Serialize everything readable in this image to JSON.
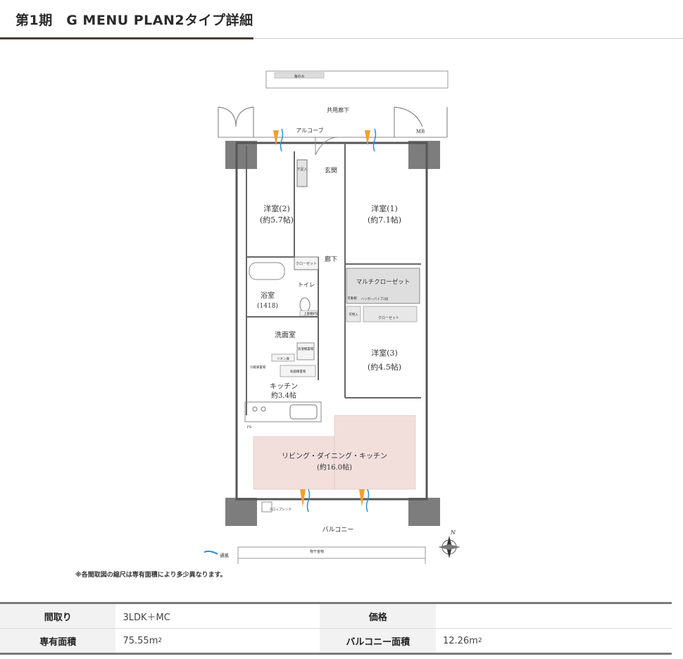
{
  "header": {
    "title": "第1期　G MENU PLAN2タイプ詳細"
  },
  "plan": {
    "top_label": "海のみ",
    "corridor": "共用廊下",
    "alcove": "アルコーブ",
    "mb": "MB",
    "entrance": "玄関",
    "shoe_storage": "下足入",
    "room2": "洋室(2)",
    "room2_size": "(約5.7帖)",
    "room1": "洋室(1)",
    "room1_size": "(約7.1帖)",
    "hallway": "廊下",
    "closet": "クローゼット",
    "toilet": "トイレ",
    "upper_shelf": "上部棚",
    "bath": "浴室",
    "bath_size": "(1418)",
    "multi_closet": "マルチクローゼット",
    "hanger_pipe": "ハンガーパイプ2段",
    "movable_shelf": "可動棚",
    "movable_storage": "可物入",
    "closet3": "クローゼット",
    "washroom": "洗面室",
    "washer_space": "洗濯機置場",
    "linen": "リネン庫",
    "fridge_space": "冷蔵庫置場",
    "dish_shelf": "食器棚置場",
    "room3": "洋室(3)",
    "room3_size": "(約4.5帖)",
    "kitchen": "キッチン",
    "kitchen_size": "約3.4帖",
    "ps": "PS",
    "ps2": "PS",
    "ldk": "リビング・ダイニング・キッチン",
    "ldk_size": "(約16.0帖)",
    "slop_sink": "スロップシンク",
    "balcony": "バルコニー",
    "clothes_hanger": "物干金物",
    "legend_light": "採光",
    "legend_wind": "通風",
    "north": "N",
    "colors": {
      "ldk_fill": "#f2dfdc",
      "light": "#f0a030",
      "wind": "#2a8fd0",
      "pillar": "#7d7d7d"
    }
  },
  "note": "※各間取図の縮尺は専有面積により多少異なります。",
  "spec": {
    "layout_label": "間取り",
    "layout_value": "3LDK＋MC",
    "price_label": "価格",
    "price_value": "",
    "area_label": "専有面積",
    "area_value": "75.55m",
    "area_unit_sup": "2",
    "balcony_label": "バルコニー面積",
    "balcony_value": "12.26m",
    "balcony_unit_sup": "2"
  }
}
